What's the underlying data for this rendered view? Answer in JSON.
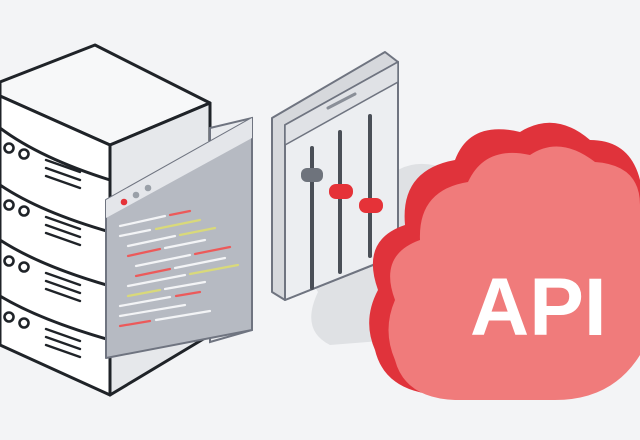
{
  "cloud": {
    "label": "API"
  },
  "colors": {
    "background": "#f3f4f6",
    "outline": "#1f2328",
    "server_top": "#f7f8f9",
    "server_left": "#ffffff",
    "server_right": "#e6e8eb",
    "panel_front": "#b6bac2",
    "panel_side": "#e9ebee",
    "panel_header": "#e4e6ea",
    "cloud_face": "#f07b7b",
    "cloud_side": "#e0333b",
    "slider_knob_red": "#e53238",
    "slider_knob_gray": "#6e737c",
    "code_red": "#ec5a5a",
    "code_yellow": "#d9d97a",
    "code_white": "#f3f4f6"
  },
  "icons": [
    "server-rack-icon",
    "code-editor-window-icon",
    "equalizer-sliders-icon",
    "api-cloud-icon"
  ],
  "sliders": {
    "levels": [
      0.3,
      0.6,
      0.7
    ]
  }
}
